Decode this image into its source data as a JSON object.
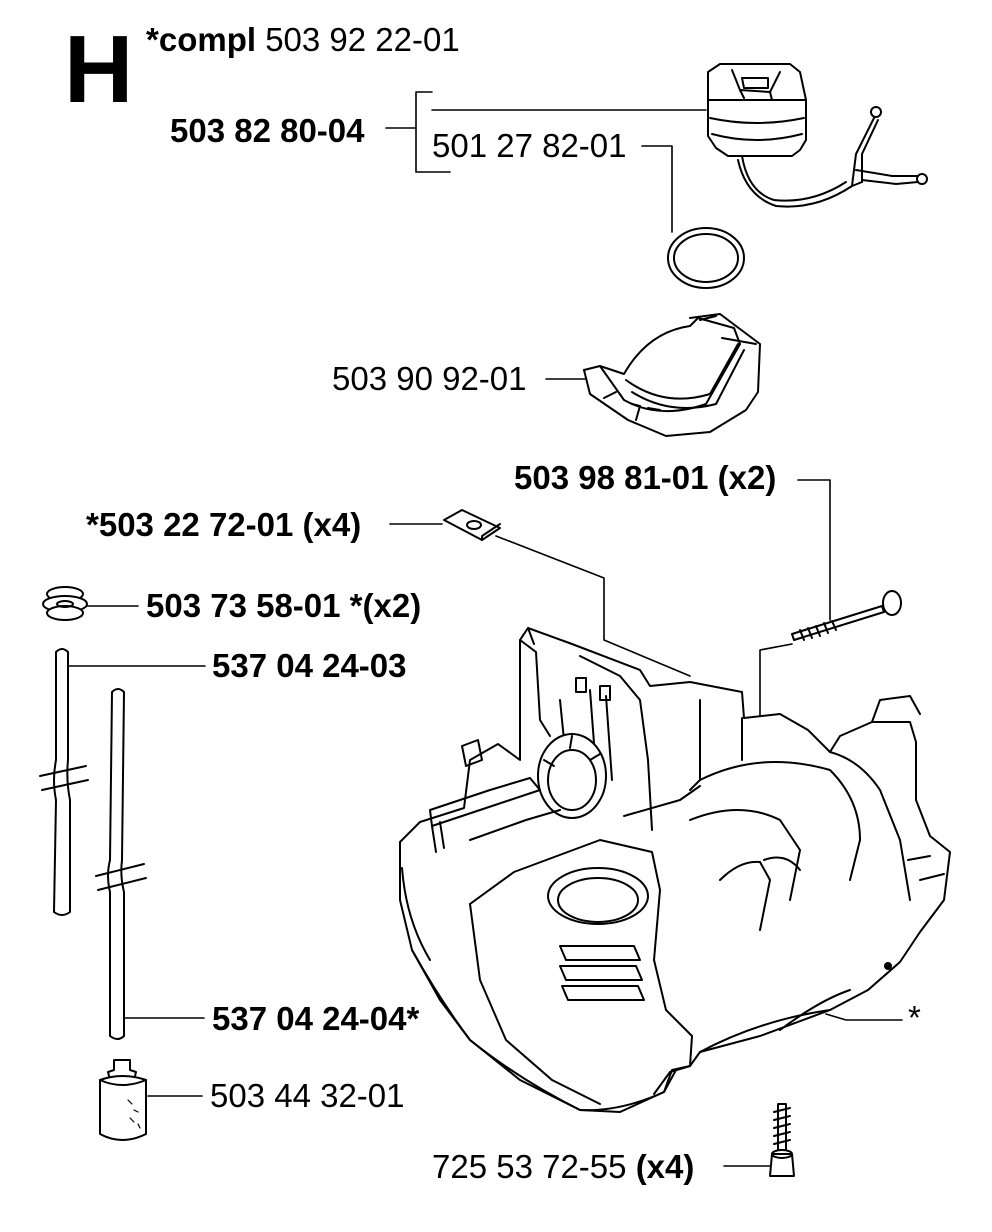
{
  "section": {
    "letter": "H",
    "compl_prefix": "*compl",
    "compl_number": "503 92 22-01"
  },
  "parts": {
    "tank_cap_assy": "503 82 80-04",
    "o_ring": "501 27 82-01",
    "vibration_damper_block": "503 90 92-01",
    "handle_screw": "503 98 81-01 (x2)",
    "clip_nut": "*503 22 72-01 (x4)",
    "grommet": "503 73 58-01 *(x2)",
    "fuel_hose_short": "537 04 24-03",
    "fuel_hose_long": "537 04 24-04*",
    "fuel_filter": "503 44 32-01",
    "bottom_screw_number": "725 53 72-55",
    "bottom_screw_qty": "(x4)",
    "tank_asterisk": "*"
  }
}
